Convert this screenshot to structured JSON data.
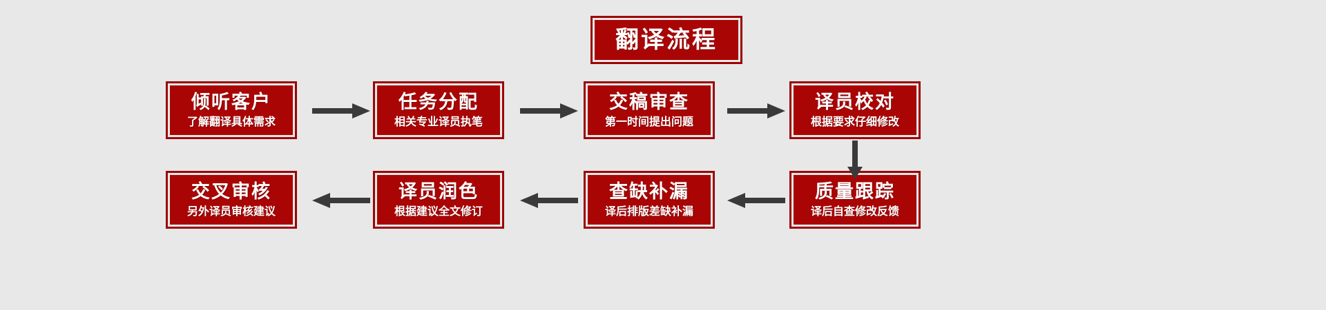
{
  "header": {
    "title": "翻译流程"
  },
  "colors": {
    "background": "#e8e8e8",
    "box_fill": "#aa0505",
    "box_border": "#9c0404",
    "box_inner_gap": "#e8e8e8",
    "text": "#ffffff",
    "arrow": "#3a3a3a"
  },
  "steps": [
    {
      "index": 1,
      "title": "倾听客户",
      "subtitle": "了解翻译具体需求",
      "row": 1,
      "column": 1
    },
    {
      "index": 2,
      "title": "任务分配",
      "subtitle": "相关专业译员执笔",
      "row": 1,
      "column": 2
    },
    {
      "index": 3,
      "title": "交稿审查",
      "subtitle": "第一时间提出问题",
      "row": 1,
      "column": 3
    },
    {
      "index": 4,
      "title": "译员校对",
      "subtitle": "根据要求仔细修改",
      "row": 1,
      "column": 4
    },
    {
      "index": 5,
      "title": "质量跟踪",
      "subtitle": "译后自查修改反馈",
      "row": 2,
      "column": 4
    },
    {
      "index": 6,
      "title": "查缺补漏",
      "subtitle": "译后排版差缺补漏",
      "row": 2,
      "column": 3
    },
    {
      "index": 7,
      "title": "译员润色",
      "subtitle": "根据建议全文修订",
      "row": 2,
      "column": 2
    },
    {
      "index": 8,
      "title": "交叉审核",
      "subtitle": "另外译员审核建议",
      "row": 2,
      "column": 1
    }
  ],
  "connectors": [
    {
      "id": "c1",
      "from": 1,
      "to": 2,
      "direction": "right",
      "icon": "arrow-right-icon"
    },
    {
      "id": "c2",
      "from": 2,
      "to": 3,
      "direction": "right",
      "icon": "arrow-right-icon"
    },
    {
      "id": "c3",
      "from": 3,
      "to": 4,
      "direction": "right",
      "icon": "arrow-right-icon"
    },
    {
      "id": "c4",
      "from": 4,
      "to": 5,
      "direction": "down",
      "icon": "arrow-down-icon"
    },
    {
      "id": "c5",
      "from": 5,
      "to": 6,
      "direction": "left",
      "icon": "arrow-left-icon"
    },
    {
      "id": "c6",
      "from": 6,
      "to": 7,
      "direction": "left",
      "icon": "arrow-left-icon"
    },
    {
      "id": "c7",
      "from": 7,
      "to": 8,
      "direction": "left",
      "icon": "arrow-left-icon"
    }
  ]
}
